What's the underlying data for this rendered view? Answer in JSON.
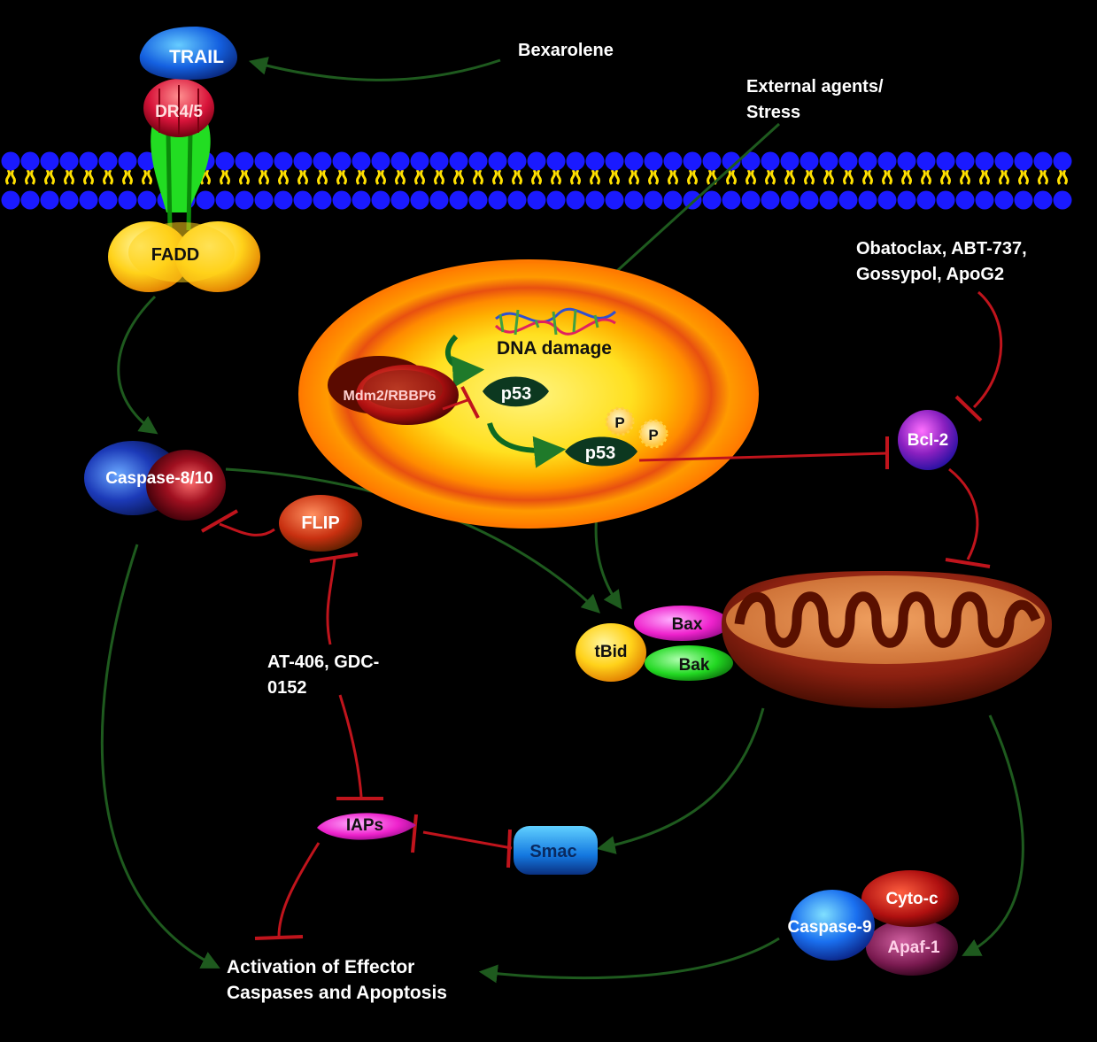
{
  "labels": {
    "trail": "TRAIL",
    "dr45": "DR4/5",
    "fadd": "FADD",
    "bexarolene": "Bexarolene",
    "external_line1": "External agents/",
    "external_line2": "Stress",
    "dna_damage": "DNA damage",
    "mdm2": "Mdm2/RBBP6",
    "p53": "p53",
    "p53_phos": "p53",
    "phospho": "P",
    "inhibitors_line1": "Obatoclax, ABT-737,",
    "inhibitors_line2": "Gossypol, ApoG2",
    "bcl2": "Bcl-2",
    "caspase810": "Caspase-8/10",
    "flip": "FLIP",
    "bax": "Bax",
    "bak": "Bak",
    "tbid": "tBid",
    "at406_line1": "AT-406, GDC-",
    "at406_line2": "0152",
    "iaps": "IAPs",
    "smac": "Smac",
    "cytoc": "Cyto-c",
    "caspase9": "Caspase-9",
    "apaf1": "Apaf-1",
    "outcome_line1": "Activation of Effector",
    "outcome_line2": "Caspases and Apoptosis"
  },
  "colors": {
    "activation_arrow": "#1e5a1e",
    "inhibition": "#c0141c",
    "membrane_head": "#1a1aff",
    "membrane_tail": "#ffe000",
    "nucleus_outer": "#ff8c00",
    "background": "#000000"
  }
}
